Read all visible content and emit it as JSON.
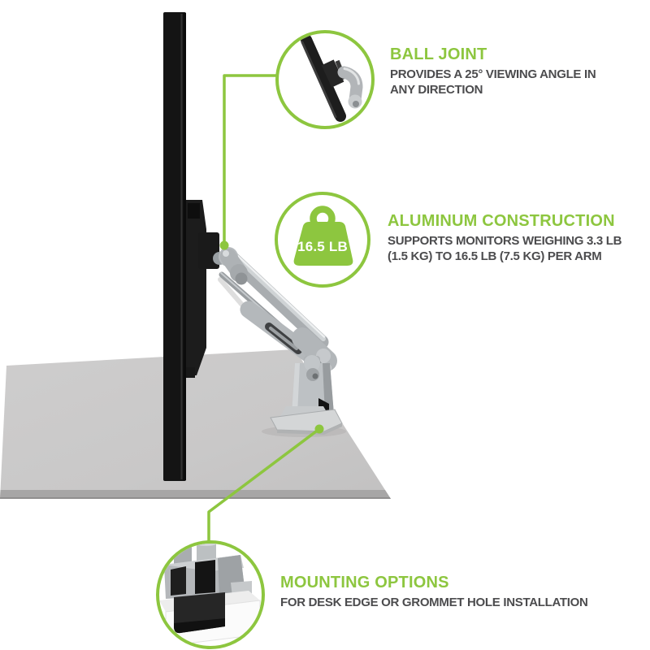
{
  "colors": {
    "accent_green": "#8dc63f",
    "body_text": "#4c4c4e"
  },
  "callouts": [
    {
      "id": "ball-joint",
      "title": "BALL JOINT",
      "lines": [
        "PROVIDES A 25° VIEWING ANGLE IN",
        "ANY DIRECTION"
      ],
      "icon": "ball-joint-photo-icon"
    },
    {
      "id": "aluminum-construction",
      "title": "ALUMINUM CONSTRUCTION",
      "lines": [
        "SUPPORTS MONITORS WEIGHING 3.3 LB",
        "(1.5 KG) TO 16.5 LB (7.5 KG) PER ARM"
      ],
      "icon": "weight-icon",
      "badge": "16.5 LB"
    },
    {
      "id": "mounting-options",
      "title": "MOUNTING OPTIONS",
      "lines": [
        "FOR DESK EDGE OR GROMMET HOLE INSTALLATION"
      ],
      "icon": "desk-clamp-photo-icon"
    }
  ]
}
